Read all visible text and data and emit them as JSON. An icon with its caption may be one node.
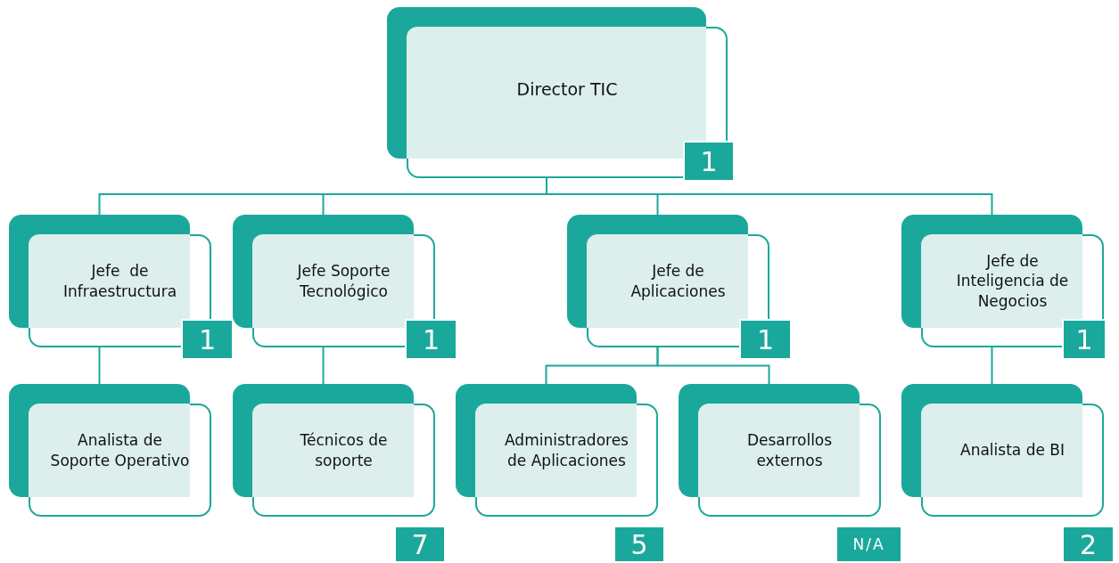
{
  "diagram": {
    "nodes": [
      {
        "text": [
          "Director TIC",
          "1"
        ]
      },
      {
        "text": [
          "Jefe  de Infraestructura",
          "1"
        ]
      },
      {
        "text": [
          "Jefe Soporte Tecnológico",
          "1"
        ]
      },
      {
        "text": [
          "Jefe de Aplicaciones",
          "1"
        ]
      },
      {
        "text": [
          "Jefe de Inteligencia de Negocios",
          "1"
        ]
      },
      {
        "text": [
          "Analista de Soporte Operativo"
        ]
      },
      {
        "text": [
          "Técnicos de soporte"
        ],
        "beside": [
          "7"
        ]
      },
      {
        "text": [
          "Administradores de Aplicaciones"
        ],
        "beside": [
          "5"
        ]
      },
      {
        "text": [
          "Desarrollos externos"
        ],
        "beside": [
          "N/A"
        ]
      },
      {
        "text": [
          "Analista de BI"
        ],
        "beside": [
          "2"
        ]
      }
    ],
    "edges": [
      {
        "from": 0,
        "to": 1,
        "arrow": "none"
      },
      {
        "from": 0,
        "to": 2,
        "arrow": "none"
      },
      {
        "from": 0,
        "to": 3,
        "arrow": "none"
      },
      {
        "from": 0,
        "to": 4,
        "arrow": "none"
      },
      {
        "from": 1,
        "to": 5,
        "arrow": "none"
      },
      {
        "from": 2,
        "to": 6,
        "arrow": "none"
      },
      {
        "from": 3,
        "to": 7,
        "arrow": "none"
      },
      {
        "from": 3,
        "to": 8,
        "arrow": "none"
      },
      {
        "from": 4,
        "to": 9,
        "arrow": "none"
      }
    ]
  }
}
